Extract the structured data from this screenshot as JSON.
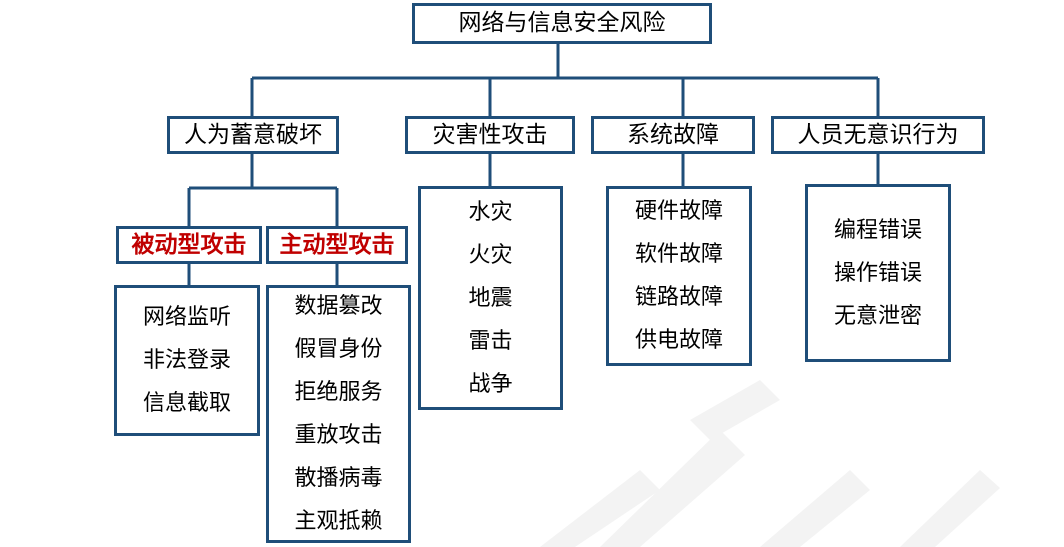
{
  "root": "网络与信息安全风险",
  "categories": [
    {
      "label": "人为蓄意破坏",
      "subcategories": [
        {
          "label": "被动型攻击",
          "items": [
            "网络监听",
            "非法登录",
            "信息截取"
          ]
        },
        {
          "label": "主动型攻击",
          "items": [
            "数据篡改",
            "假冒身份",
            "拒绝服务",
            "重放攻击",
            "散播病毒",
            "主观抵赖"
          ]
        }
      ]
    },
    {
      "label": "灾害性攻击",
      "items": [
        "水灾",
        "火灾",
        "地震",
        "雷击",
        "战争"
      ]
    },
    {
      "label": "系统故障",
      "items": [
        "硬件故障",
        "软件故障",
        "链路故障",
        "供电故障"
      ]
    },
    {
      "label": "人员无意识行为",
      "items": [
        "编程错误",
        "操作错误",
        "无意泄密"
      ]
    }
  ],
  "colors": {
    "border": "#1f4e79",
    "subcategory_text": "#c00000",
    "text": "#000000",
    "watermark": "#f3f3f3"
  }
}
